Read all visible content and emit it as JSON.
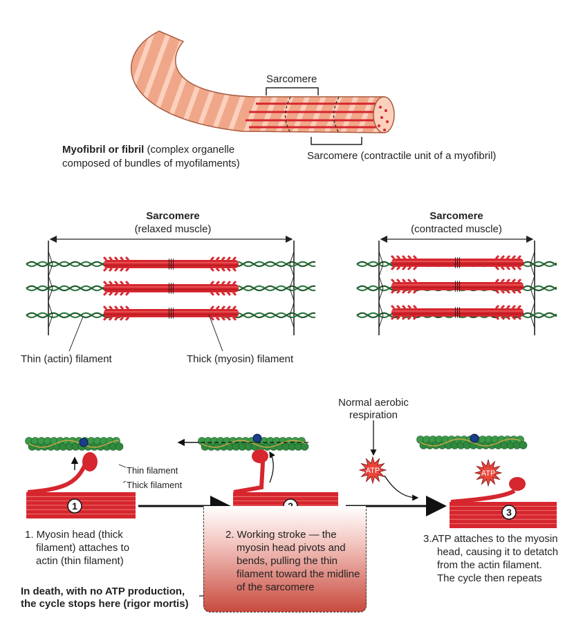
{
  "colors": {
    "muscle_red": "#d6262e",
    "myofibril_salmon": "#f0a789",
    "actin_green": "#2f7a3f",
    "atp_burst": "#e9463b",
    "rigor_gradient_end": "#c84a3e"
  },
  "myofibril": {
    "sarcomere_label_top": "Sarcomere",
    "name_bold": "Myofibril or fibril",
    "name_rest_line1": " (complex organelle",
    "name_line2": "composed of bundles of myofilaments)",
    "sarcomere_desc": "Sarcomere (contractile unit of a myofibril)"
  },
  "relaxed": {
    "title": "Sarcomere",
    "subtitle": "(relaxed muscle)",
    "thin_label": "Thin (actin) filament",
    "thick_label": "Thick (myosin) filament"
  },
  "contracted": {
    "title": "Sarcomere",
    "subtitle": "(contracted muscle)"
  },
  "cycle": {
    "respiration_line1": "Normal aerobic",
    "respiration_line2": "respiration",
    "atp": "ATP",
    "thin_filament": "Thin filament",
    "thick_filament": "Thick filament",
    "steps": [
      {
        "num": "1",
        "lines": [
          "1. Myosin head (thick",
          "filament) attaches to",
          "actin (thin filament)"
        ]
      },
      {
        "num": "2",
        "lines": [
          "2. Working stroke — the",
          "myosin head pivots and",
          "bends, pulling the thin",
          "filament toward the midline",
          "of the sarcomere"
        ]
      },
      {
        "num": "3",
        "lines": [
          "3.ATP attaches to the myosin",
          "head, causing it to detatch",
          "from the actin filament.",
          "The cycle then repeats"
        ]
      }
    ],
    "death_line1": "In death, with no ATP production,",
    "death_line2": "the cycle stops here (rigor mortis)"
  }
}
